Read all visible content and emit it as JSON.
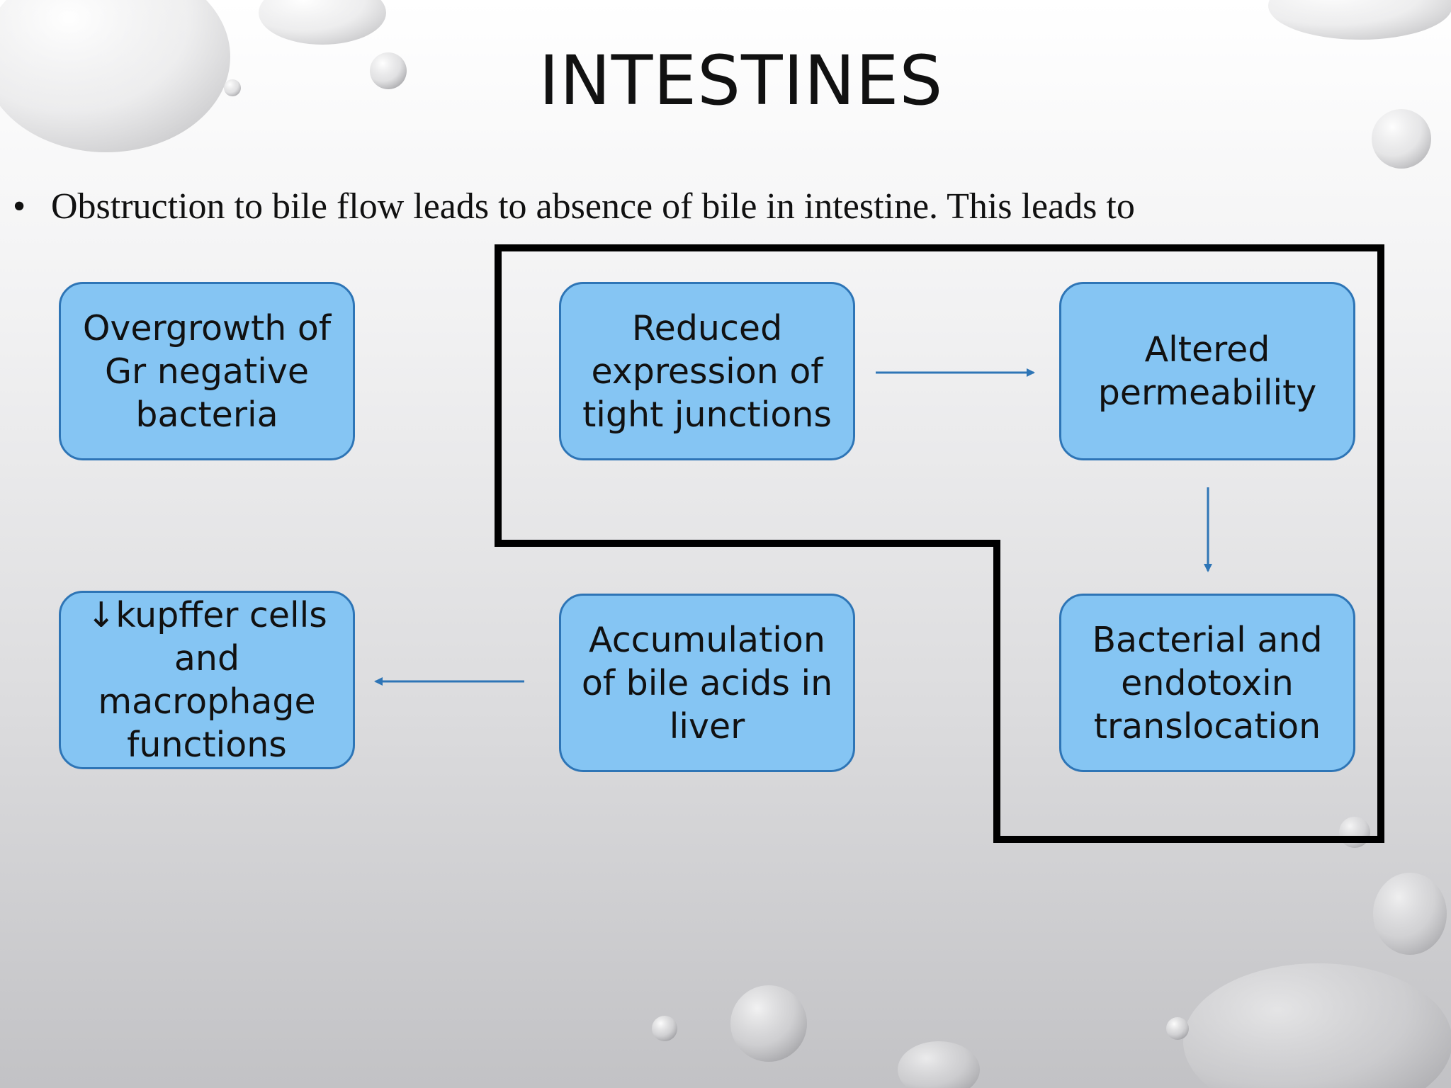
{
  "slide": {
    "title": "INTESTINES",
    "bullet": "Obstruction to bile flow leads to absence of bile in intestine. This leads to"
  },
  "nodes": {
    "overgrowth": "Overgrowth of Gr negative bacteria",
    "reduced_expression": "Reduced expression of tight junctions",
    "altered_permeability": "Altered permeability",
    "kupffer": "↓kupffer cells and macrophage functions",
    "accumulation": "Accumulation of bile acids in liver",
    "translocation": "Bacterial and endotoxin translocation"
  },
  "colors": {
    "node_fill": "#85c5f3",
    "node_border": "#2e75b6",
    "arrow": "#2e75b6",
    "group_outline": "#000000"
  }
}
